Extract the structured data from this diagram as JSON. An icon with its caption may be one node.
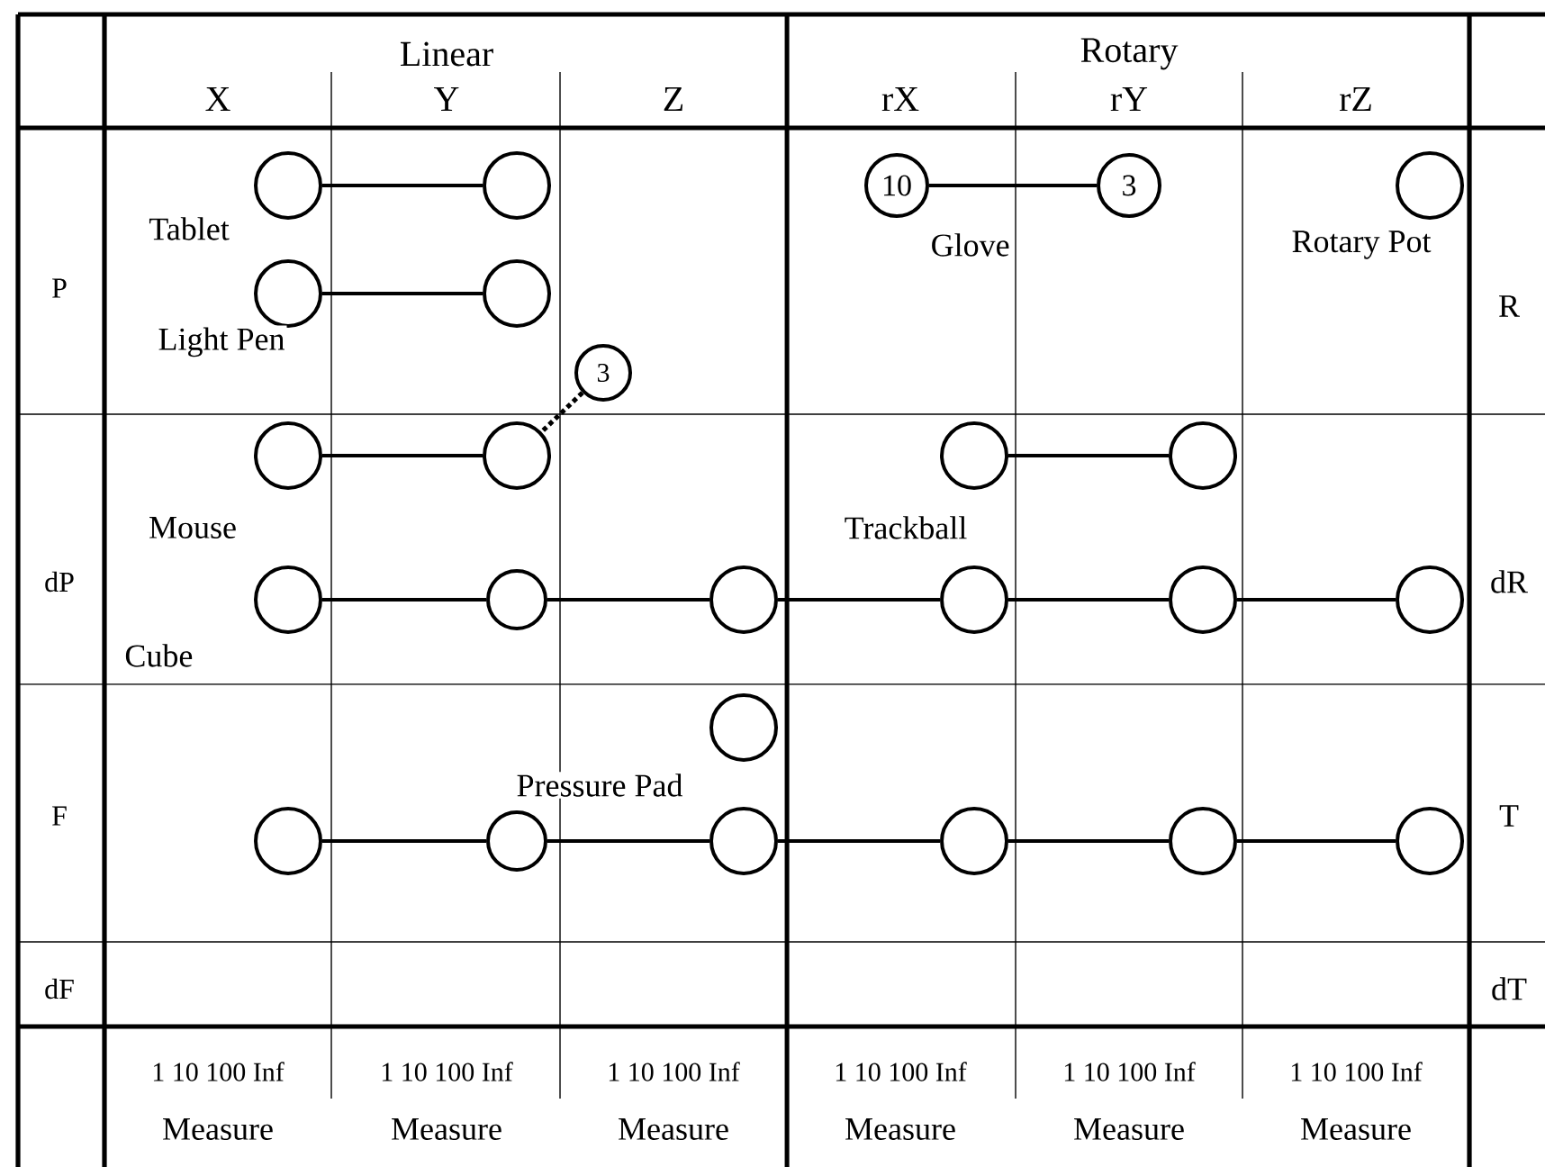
{
  "diagram": {
    "nodes": [
      {
        "text": [],
        "shape": "circle",
        "beside": [
          "Tablet"
        ]
      },
      {
        "text": [],
        "shape": "circle"
      },
      {
        "text": [
          "10"
        ],
        "beside": [
          "Glove"
        ]
      },
      {
        "text": [
          "3"
        ]
      },
      {
        "text": [],
        "shape": "circle",
        "beside": [
          "Rotary Pot"
        ]
      },
      {
        "text": [],
        "shape": "circle",
        "beside": [
          "Light Pen"
        ]
      },
      {
        "text": [],
        "shape": "circle"
      },
      {
        "text": [
          "3"
        ]
      },
      {
        "text": [],
        "shape": "circle",
        "beside": [
          "Mouse"
        ]
      },
      {
        "text": [],
        "shape": "circle"
      },
      {
        "text": [],
        "shape": "circle",
        "beside": [
          "Trackball"
        ]
      },
      {
        "text": [],
        "shape": "circle"
      },
      {
        "text": [],
        "shape": "circle",
        "beside": [
          "Cube"
        ]
      },
      {
        "text": [],
        "shape": "circle"
      },
      {
        "text": [],
        "shape": "circle"
      },
      {
        "text": [],
        "shape": "circle"
      },
      {
        "text": [],
        "shape": "circle"
      },
      {
        "text": [],
        "shape": "circle"
      },
      {
        "text": [],
        "shape": "circle",
        "beside": [
          "Pressure Pad"
        ]
      },
      {
        "text": [],
        "shape": "circle"
      },
      {
        "text": [],
        "shape": "circle"
      },
      {
        "text": [],
        "shape": "circle"
      },
      {
        "text": [],
        "shape": "circle"
      },
      {
        "text": [],
        "shape": "circle"
      },
      {
        "text": [],
        "shape": "circle"
      }
    ],
    "edges": [
      {
        "from": 0,
        "to": 1,
        "arrow": "none"
      },
      {
        "from": 2,
        "to": 3,
        "arrow": "none"
      },
      {
        "from": 5,
        "to": 6,
        "arrow": "none"
      },
      {
        "from": 7,
        "to": 9,
        "arrow": "none",
        "style": "dashed"
      },
      {
        "from": 8,
        "to": 9,
        "arrow": "none"
      },
      {
        "from": 10,
        "to": 11,
        "arrow": "none"
      },
      {
        "from": 12,
        "to": 13,
        "arrow": "none"
      },
      {
        "from": 13,
        "to": 14,
        "arrow": "none"
      },
      {
        "from": 14,
        "to": 15,
        "arrow": "none"
      },
      {
        "from": 15,
        "to": 16,
        "arrow": "none"
      },
      {
        "from": 16,
        "to": 17,
        "arrow": "none"
      },
      {
        "from": 19,
        "to": 20,
        "arrow": "none"
      },
      {
        "from": 20,
        "to": 21,
        "arrow": "none"
      },
      {
        "from": 21,
        "to": 22,
        "arrow": "none"
      },
      {
        "from": 22,
        "to": 23,
        "arrow": "none"
      },
      {
        "from": 23,
        "to": 24,
        "arrow": "none"
      }
    ],
    "labels": [
      "Linear",
      "X",
      "Y",
      "Z",
      "Rotary",
      "rX",
      "rY",
      "rZ",
      "P",
      "R",
      "dP",
      "dR",
      "F",
      "T",
      "dF",
      "dT",
      "1 10 100 Inf",
      "1 10 100 Inf",
      "1 10 100 Inf",
      "1 10 100 Inf",
      "1 10 100 Inf",
      "1 10 100 Inf",
      "Measure",
      "Measure",
      "Measure",
      "Measure",
      "Measure",
      "Measure"
    ]
  }
}
